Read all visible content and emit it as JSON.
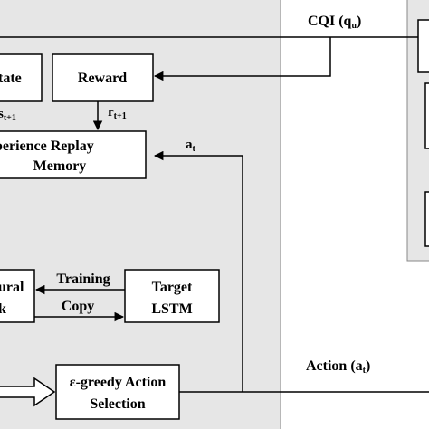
{
  "diagram": {
    "colors": {
      "panel_fill": "#e6e6e6",
      "panel_border": "#888888",
      "box_fill": "#ffffff",
      "line": "#000000"
    },
    "nodes": {
      "state": {
        "line1": "tate",
        "line2": "s",
        "line2_sub": "t+1"
      },
      "reward": {
        "label": "Reward"
      },
      "replay": {
        "line1": "perience Replay",
        "line2": "Memory"
      },
      "neural": {
        "line1": "ural",
        "line2": "k"
      },
      "target": {
        "line1": "Target",
        "line2": "LSTM"
      },
      "egreedy": {
        "line1": "ε-greedy Action",
        "line2": "Selection"
      }
    },
    "edges": {
      "cqi": {
        "text": "CQI (q",
        "sub": "u",
        "close": ")"
      },
      "reward_out": {
        "text": "r",
        "sub": "t+1"
      },
      "action_in": {
        "text": "a",
        "sub": "t"
      },
      "training": {
        "text": "Training"
      },
      "copy": {
        "text": "Copy"
      },
      "action_out": {
        "text": "Action (a",
        "sub": "t",
        "close": ")"
      }
    }
  }
}
